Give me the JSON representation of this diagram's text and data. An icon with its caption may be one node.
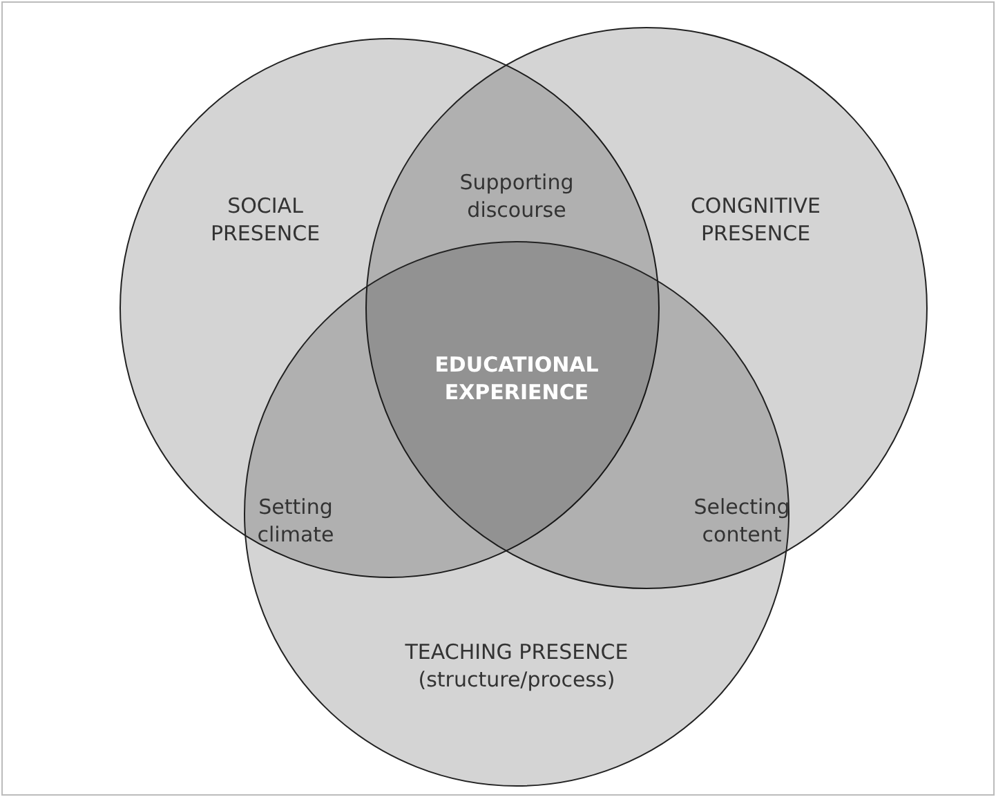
{
  "diagram": {
    "nodes": [
      {
        "text": [
          "SOCIAL PRESENCE"
        ]
      },
      {
        "text": [
          "Supporting discourse"
        ]
      },
      {
        "text": [
          "CONGNITIVE PRESENCE"
        ]
      },
      {
        "text": [
          "EDUCATIONAL EXPERIENCE"
        ]
      },
      {
        "text": [
          "Setting climate"
        ]
      },
      {
        "text": [
          "Selecting content"
        ]
      },
      {
        "text": [
          "TEACHING PRESENCE (structure/process)"
        ]
      }
    ],
    "edges": []
  }
}
